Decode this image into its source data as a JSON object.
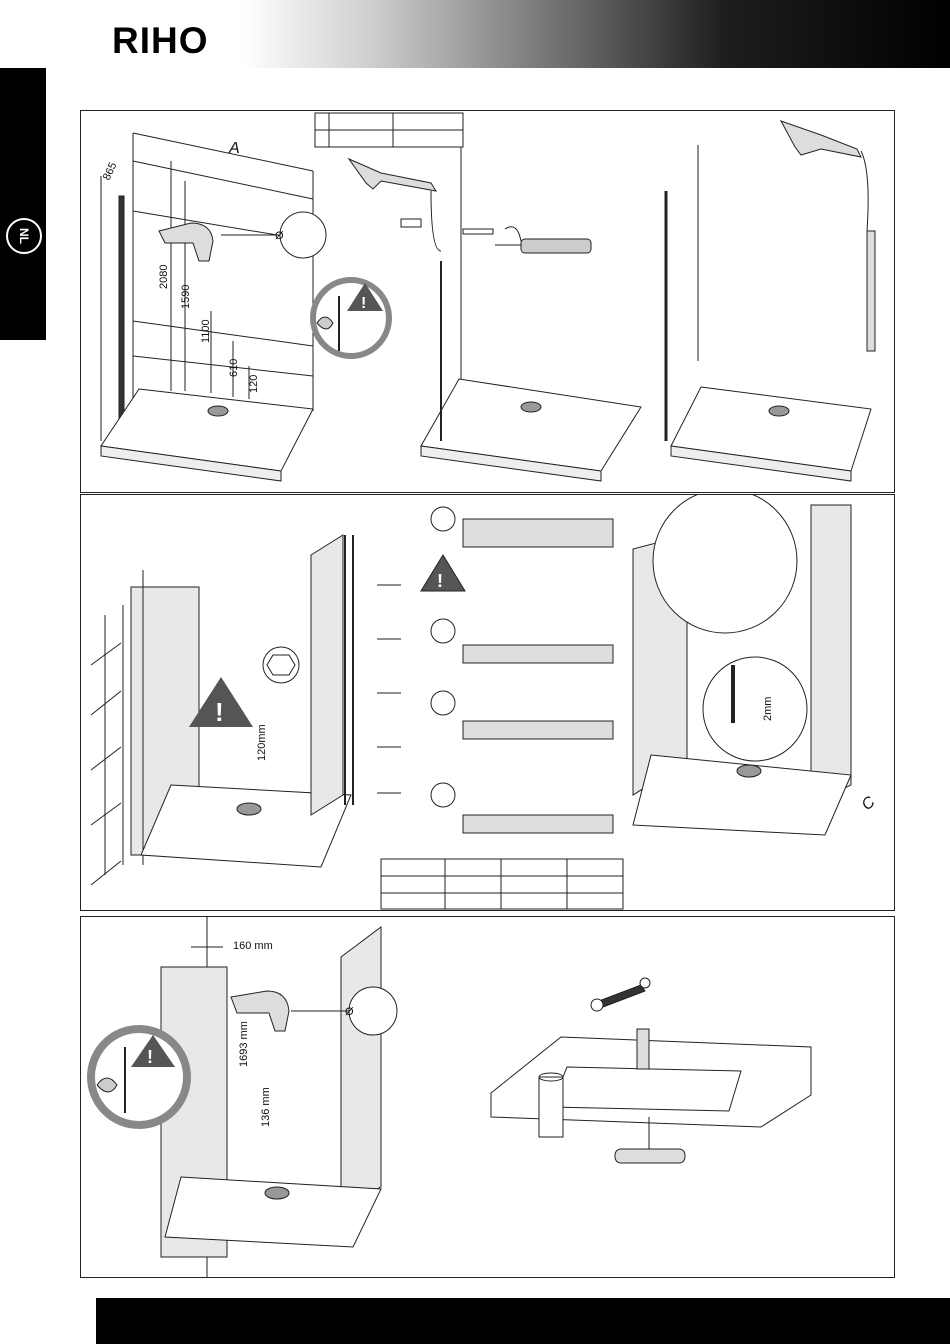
{
  "brand": {
    "logo_text": "RIHO"
  },
  "language": {
    "code": "NL"
  },
  "panel1": {
    "label_a": "A",
    "dims": [
      "865",
      "2080",
      "1590",
      "1100",
      "610",
      "120"
    ],
    "drill_symbol": "Ø"
  },
  "panel2": {
    "gap_label": "120mm",
    "detail_label": "2mm",
    "label_c": "C"
  },
  "panel3": {
    "dims": [
      "160 mm",
      "1693 mm",
      "136 mm"
    ],
    "drill_symbol": "Ø"
  },
  "colors": {
    "header_gradient_end": "#000000",
    "warning_triangle": "#555555",
    "prohibit_ring": "#888888"
  }
}
